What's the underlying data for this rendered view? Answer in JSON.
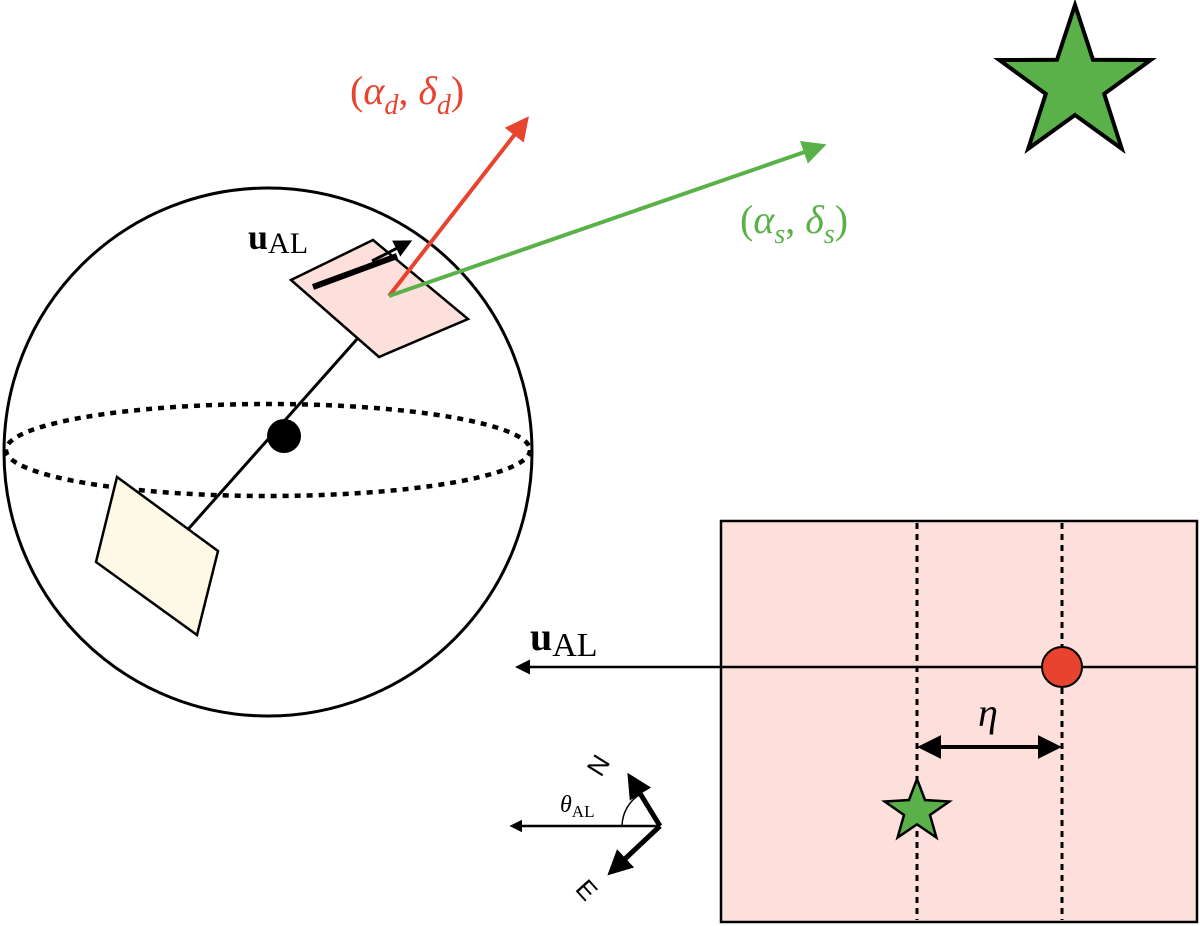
{
  "labels": {
    "detector_direction": {
      "open": "(",
      "alpha": "α",
      "alpha_sub": "d",
      "comma": ", ",
      "delta": "δ",
      "delta_sub": "d",
      "close": ")"
    },
    "source_direction": {
      "open": "(",
      "alpha": "α",
      "alpha_sub": "s",
      "comma": ", ",
      "delta": "δ",
      "delta_sub": "s",
      "close": ")"
    },
    "u_al_sphere": {
      "bold": "u",
      "sub": "AL"
    },
    "u_al_panel": {
      "bold": "u",
      "sub": "AL"
    },
    "eta": "η",
    "theta_al": {
      "sym": "θ",
      "sub": "AL"
    },
    "north": "N",
    "east": "E"
  },
  "colors": {
    "detector": "#e8432e",
    "source": "#5ab14a",
    "panel_fill": "#fde0db",
    "mirror_fill": "#fef9e6",
    "ink": "#000000"
  },
  "icons": {
    "large_star": "star-icon",
    "small_star": "star-icon",
    "detection_dot": "circle-icon"
  }
}
